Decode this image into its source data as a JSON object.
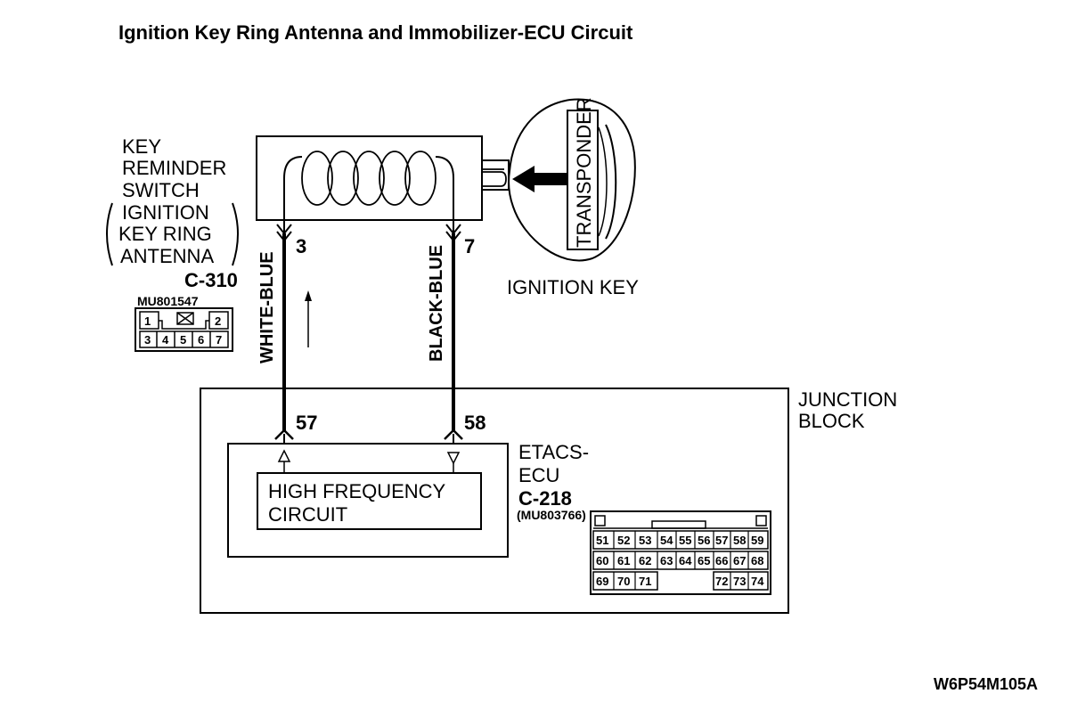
{
  "title": "Ignition Key Ring Antenna and Immobilizer-ECU Circuit",
  "switch": {
    "line1": "KEY",
    "line2": "REMINDER",
    "line3": "SWITCH",
    "line4": "IGNITION",
    "line5": "KEY RING",
    "line6": "ANTENNA",
    "connector": "C-310",
    "part_number": "MU801547",
    "pins_top": [
      "1",
      "2"
    ],
    "pins_bottom": [
      "3",
      "4",
      "5",
      "6",
      "7"
    ]
  },
  "key": {
    "label": "IGNITION KEY",
    "transponder": "TRANSPONDER"
  },
  "wires": {
    "left": {
      "pin_top": "3",
      "color": "WHITE-BLUE",
      "pin_bottom": "57"
    },
    "right": {
      "pin_top": "7",
      "color": "BLACK-BLUE",
      "pin_bottom": "58"
    }
  },
  "junction": {
    "line1": "JUNCTION",
    "line2": "BLOCK"
  },
  "ecu": {
    "line1": "ETACS-",
    "line2": "ECU",
    "connector": "C-218",
    "part_number": "(MU803766)",
    "circuit_line1": "HIGH FREQUENCY",
    "circuit_line2": "CIRCUIT",
    "pins_row1": [
      "51",
      "52",
      "53",
      "54",
      "55",
      "56",
      "57",
      "58",
      "59"
    ],
    "pins_row2": [
      "60",
      "61",
      "62",
      "63",
      "64",
      "65",
      "66",
      "67",
      "68"
    ],
    "pins_row3_left": [
      "69",
      "70",
      "71"
    ],
    "pins_row3_right": [
      "72",
      "73",
      "74"
    ]
  },
  "figure_code": "W6P54M105A"
}
